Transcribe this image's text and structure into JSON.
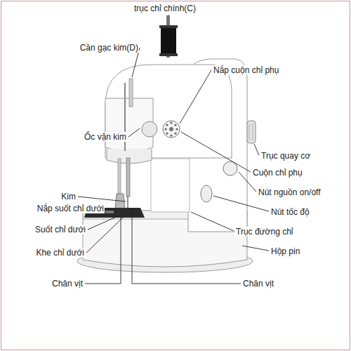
{
  "diagram": {
    "labels": [
      "trục chỉ chính(C)",
      "Cần gạc kim(D)",
      "Nắp cuộn chỉ phụ",
      "Ốc vặn kim",
      "Trục quay cơ",
      "Cuộn chỉ phụ",
      "Nút nguồn on/off",
      "Nút tốc độ",
      "Kim",
      "Nắp suốt chỉ dưới",
      "Trục đường chỉ",
      "Suốt chỉ dưới",
      "Khe chỉ dưới",
      "Hộp pin",
      "Chân vịt",
      "Chân vịt"
    ]
  }
}
